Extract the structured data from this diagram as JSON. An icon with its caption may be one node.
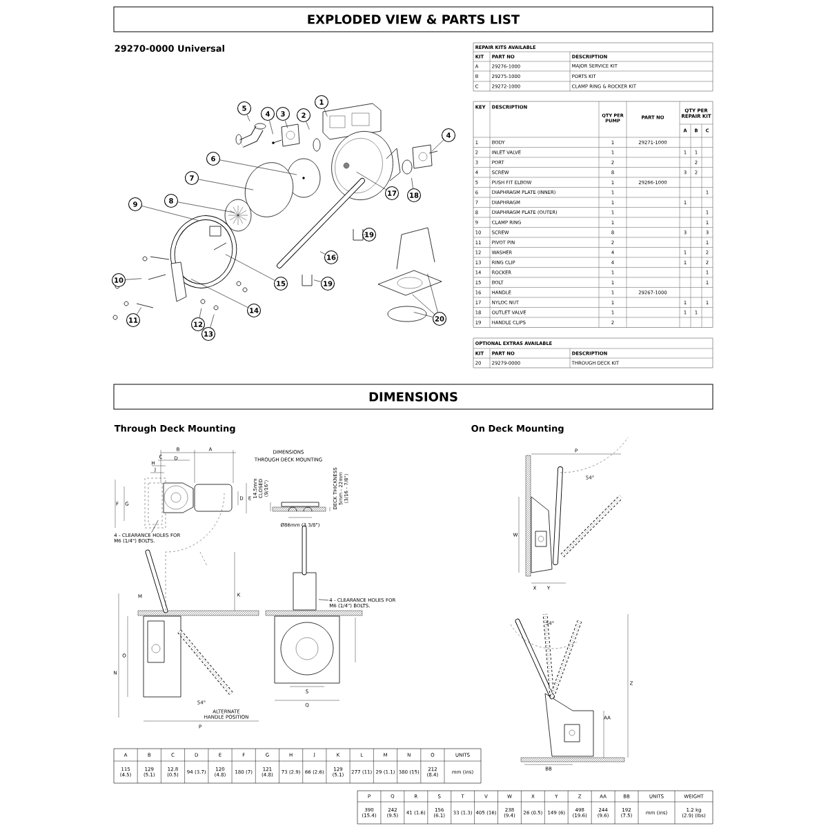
{
  "diagram": {
    "nodes": [
      {
        "text": [
          "EXPLODED VIEW & PARTS LIST"
        ]
      },
      {
        "text": [
          "5"
        ]
      },
      {
        "text": [
          "4"
        ]
      },
      {
        "text": [
          "3"
        ]
      },
      {
        "text": [
          "2"
        ]
      },
      {
        "text": [
          "1"
        ]
      },
      {
        "text": [
          "4"
        ]
      },
      {
        "text": [
          "6"
        ]
      },
      {
        "text": [
          "7"
        ]
      },
      {
        "text": [
          "17"
        ]
      },
      {
        "text": [
          "18"
        ]
      },
      {
        "text": [
          "8"
        ]
      },
      {
        "text": [
          "9"
        ]
      },
      {
        "text": [
          "19"
        ]
      },
      {
        "text": [
          "16"
        ]
      },
      {
        "text": [
          "10"
        ]
      },
      {
        "text": [
          "15"
        ]
      },
      {
        "text": [
          "19"
        ]
      },
      {
        "text": [
          "11"
        ]
      },
      {
        "text": [
          "14"
        ]
      },
      {
        "text": [
          "20"
        ]
      },
      {
        "text": [
          "12"
        ]
      },
      {
        "text": [
          "13"
        ]
      },
      {
        "text": [
          "DIMENSIONS"
        ]
      },
      {
        "text": [
          "4 - CLEARANCE HOLES FOR M6 (1/4\") BOLTS."
        ]
      },
      {
        "text": [
          "4 - CLEARANCE HOLES FOR M6 (1/4\") BOLTS."
        ]
      }
    ],
    "edges": [
      {
        "from": 1,
        "to": null,
        "arrow": "none"
      },
      {
        "from": 2,
        "to": null,
        "arrow": "none"
      },
      {
        "from": 3,
        "to": null,
        "arrow": "none"
      },
      {
        "from": 4,
        "to": null,
        "arrow": "none"
      },
      {
        "from": 5,
        "to": null,
        "arrow": "none"
      },
      {
        "from": 6,
        "to": null,
        "arrow": "none"
      },
      {
        "from": 7,
        "to": null,
        "arrow": "none"
      },
      {
        "from": 8,
        "to": null,
        "arrow": "none"
      },
      {
        "from": 9,
        "to": null,
        "arrow": "none"
      },
      {
        "from": 10,
        "to": null,
        "arrow": "none"
      },
      {
        "from": 11,
        "to": null,
        "arrow": "none"
      },
      {
        "from": 12,
        "to": null,
        "arrow": "none"
      },
      {
        "from": 13,
        "to": null,
        "arrow": "none"
      },
      {
        "from": 14,
        "to": null,
        "arrow": "none"
      },
      {
        "from": 15,
        "to": null,
        "arrow": "none"
      },
      {
        "from": 16,
        "to": null,
        "arrow": "none"
      },
      {
        "from": 17,
        "to": null,
        "arrow": "none"
      },
      {
        "from": 18,
        "to": null,
        "arrow": "none"
      },
      {
        "from": 19,
        "to": null,
        "arrow": "none"
      },
      {
        "from": 20,
        "to": null,
        "arrow": "none"
      },
      {
        "from": 20,
        "to": null,
        "arrow": "none"
      },
      {
        "from": 20,
        "to": null,
        "arrow": "none"
      },
      {
        "from": 21,
        "to": null,
        "arrow": "none"
      },
      {
        "from": 22,
        "to": null,
        "arrow": "none"
      },
      {
        "from": 24,
        "to": null,
        "arrow": "none"
      },
      {
        "from": 25,
        "to": null,
        "arrow": "none"
      }
    ],
    "labels": [
      "29270-0000 Universal",
      "REPAIR KITS AVAILABLE",
      "KIT",
      "PART NO",
      "DESCRIPTION",
      "A",
      "29276-1000",
      "MAJOR SERVICE KIT",
      "B",
      "29275-1000",
      "PORTS KIT",
      "C",
      "29272-1000",
      "CLAMP RING & ROCKER KIT",
      "KEY",
      "DESCRIPTION",
      "QTY PER PUMP",
      "PART NO",
      "QTY PER REPAIR KIT",
      "A",
      "B",
      "C",
      "1",
      "BODY",
      "1",
      "29271-1000",
      "2",
      "INLET VALVE",
      "1",
      "1",
      "1",
      "3",
      "PORT",
      "2",
      "2",
      "4",
      "SCREW",
      "8",
      "3",
      "2",
      "5",
      "PUSH FIT ELBOW",
      "1",
      "29266-1000",
      "6",
      "DIAPHRAGM PLATE (INNER)",
      "1",
      "1",
      "7",
      "DIAPHRAGM",
      "1",
      "1",
      "8",
      "DIAPHRAGM PLATE (OUTER)",
      "1",
      "1",
      "9",
      "CLAMP RING",
      "1",
      "1",
      "10",
      "SCREW",
      "8",
      "3",
      "3",
      "11",
      "PIVOT PIN",
      "2",
      "1",
      "12",
      "WASHER",
      "4",
      "1",
      "2",
      "13",
      "RING CLIP",
      "4",
      "1",
      "2",
      "14",
      "ROCKER",
      "1",
      "1",
      "15",
      "BOLT",
      "1",
      "1",
      "16",
      "HANDLE",
      "1",
      "29267-1000",
      "17",
      "NYLOC NUT",
      "1",
      "1",
      "1",
      "18",
      "OUTLET VALVE",
      "1",
      "1",
      "1",
      "19",
      "HANDLE CLIPS",
      "2",
      "OPTIONAL EXTRAS AVAILABLE",
      "KIT",
      "PART NO",
      "DESCRIPTION",
      "20",
      "29279-0000",
      "THROUGH DECK KIT",
      "Through Deck Mounting",
      "On Deck Mounting",
      "B",
      "A",
      "C",
      "D",
      "H",
      "J",
      "F",
      "G",
      "D",
      "E",
      "DIMENSIONS",
      "THROUGH DECK MOUNTING",
      "14.5mm CLOSED (9/16\")",
      "DECK THICKNESS 5mm - 22mm (3/16 - 7/8\")",
      "Ø86mm (3 3/8\")",
      "P",
      "54°",
      "W",
      "X",
      "Y",
      "M",
      "K",
      "O",
      "N",
      "54°",
      "ALTERNATE HANDLE POSITION",
      "P",
      "Q",
      "S",
      "54°",
      "Z",
      "AA",
      "BB",
      "A",
      "B",
      "C",
      "D",
      "E",
      "F",
      "G",
      "H",
      "J",
      "K",
      "L",
      "M",
      "N",
      "O",
      "UNITS",
      "115 (4.5)",
      "129 (5.1)",
      "12.8 (0.5)",
      "94 (3.7)",
      "120 (4.8)",
      "180 (7)",
      "121 (4.8)",
      "73 (2.9)",
      "66 (2.6)",
      "129 (5.1)",
      "277 (11)",
      "29 (1.1)",
      "380 (15)",
      "212 (8.4)",
      "mm (ins)",
      "P",
      "Q",
      "R",
      "S",
      "T",
      "V",
      "W",
      "X",
      "Y",
      "Z",
      "AA",
      "BB",
      "UNITS",
      "WEIGHT",
      "390 (15.4)",
      "242 (9.5)",
      "41 (1.6)",
      "156 (6.1)",
      "33 (1.3)",
      "405 (16)",
      "238 (9.4)",
      "26 (0.5)",
      "149 (6)",
      "498 (19.6)",
      "244 (9.6)",
      "192 (7.5)",
      "mm (ins)",
      "1.2 kg (2.9) (lbs)"
    ]
  }
}
